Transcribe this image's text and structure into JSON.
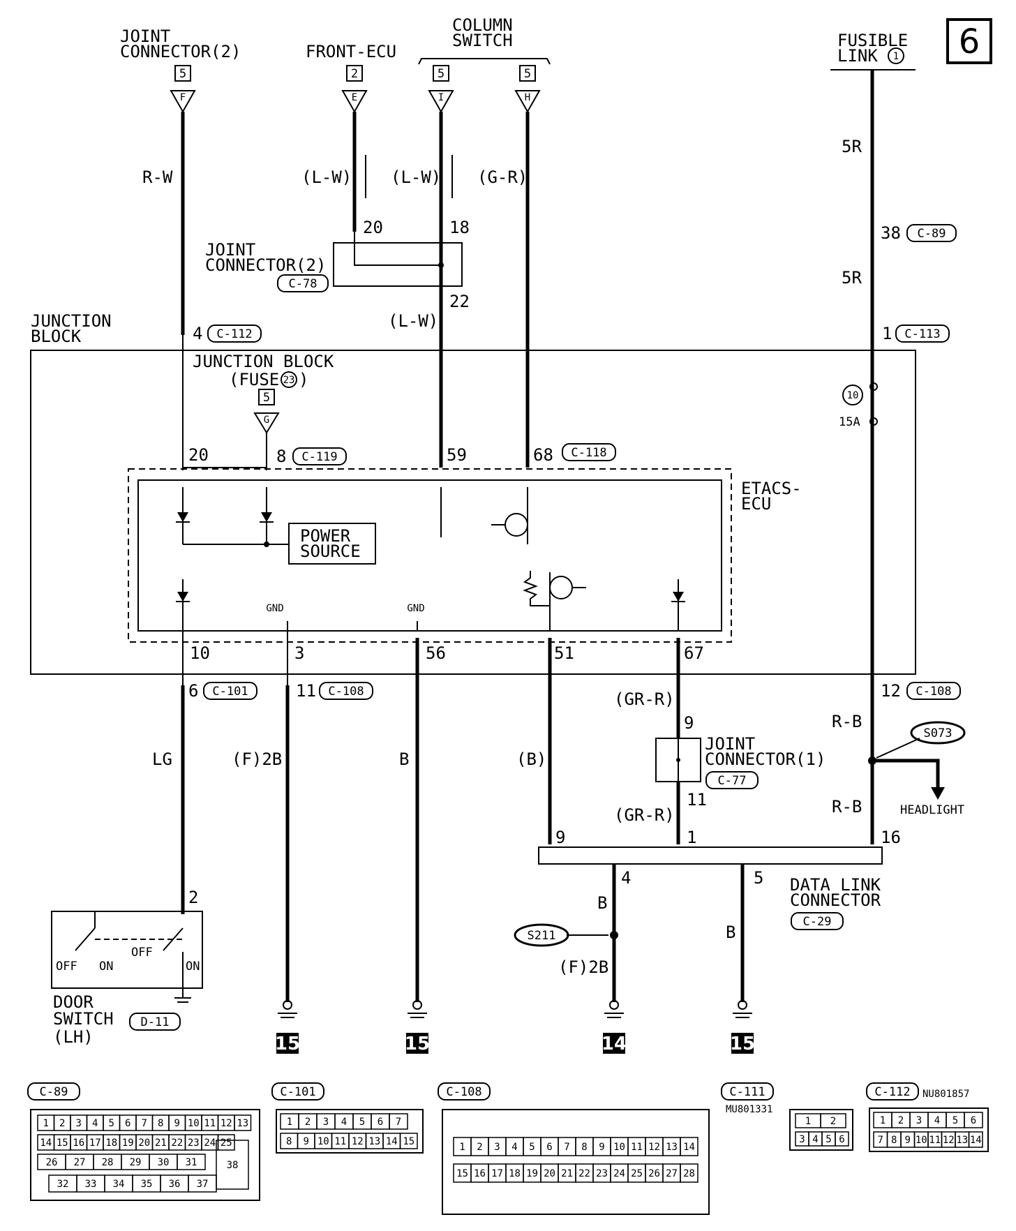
{
  "page_number": "6",
  "sources": {
    "joint_connector_2": {
      "name": "JOINT\nCONNECTOR(2)",
      "ref": "5",
      "pin": "F",
      "wire": "R-W"
    },
    "front_ecu": {
      "name": "FRONT-ECU",
      "ref": "2",
      "pin": "E",
      "wire": "(L-W)"
    },
    "column_switch": {
      "name": "COLUMN\nSWITCH",
      "pins": [
        {
          "ref": "5",
          "pin": "I",
          "wire": "(L-W)"
        },
        {
          "ref": "5",
          "pin": "H",
          "wire": "(G-R)"
        }
      ]
    },
    "fusible_link": {
      "name": "FUSIBLE\nLINK",
      "num": "1",
      "wire1": "5R",
      "wire2": "5R"
    }
  },
  "c78": {
    "name": "JOINT\nCONNECTOR(2)",
    "connector": "C-78",
    "pins": [
      "20",
      "18",
      "22"
    ],
    "out_wire": "(L-W)"
  },
  "c89_pin": {
    "pin": "38",
    "connector": "C-89"
  },
  "junction_block": {
    "title": "JUNCTION\nBLOCK",
    "inner_title": "JUNCTION BLOCK",
    "fuse_label": "(FUSE",
    "fuse_num": "23",
    "fuse_ref": "5",
    "fuse_pin": "G",
    "fuse10_num": "10",
    "fuse10_amp": "15A",
    "top_pins": [
      {
        "pin": "4",
        "connector": "C-112"
      },
      {
        "pin": "1",
        "connector": "C-113"
      }
    ],
    "inner_pins": [
      {
        "pin": "20",
        "connector": ""
      },
      {
        "pin": "8",
        "connector": "C-119"
      },
      {
        "pin": "59",
        "connector": ""
      },
      {
        "pin": "68",
        "connector": "C-118"
      }
    ],
    "bottom_pins": [
      "10",
      "3",
      "56",
      "51",
      "67"
    ]
  },
  "etacs": {
    "name": "ETACS-\nECU",
    "power_source": "POWER\nSOURCE",
    "gnd": "GND"
  },
  "below": {
    "p6": {
      "pin": "6",
      "connector": "C-101",
      "wire": "LG"
    },
    "p11": {
      "pin": "11",
      "connector": "C-108",
      "wire": "(F)2B"
    },
    "p56_wire": "B",
    "p51_wire": "(B)",
    "p67_wire": "(GR-R)",
    "p12": {
      "pin": "12",
      "connector": "C-108",
      "wire": "R-B"
    }
  },
  "c77": {
    "name": "JOINT\nCONNECTOR(1)",
    "connector": "C-77",
    "pin_in": "9",
    "pin_out": "11",
    "wire_out": "(GR-R)"
  },
  "splice_s073": {
    "id": "S073",
    "target": "HEADLIGHT",
    "wire": "R-B"
  },
  "data_link": {
    "name": "DATA LINK\nCONNECTOR",
    "connector": "C-29",
    "pins": [
      "9",
      "1",
      "16",
      "4",
      "5"
    ]
  },
  "splice_s211": {
    "id": "S211",
    "wire_top": "B",
    "wire_bottom": "(F)2B"
  },
  "b5_wire": "B",
  "door_switch": {
    "name": "DOOR\nSWITCH\n(LH)",
    "connector": "D-11",
    "pin": "2",
    "off": "OFF",
    "on": "ON"
  },
  "grounds": [
    "15",
    "15",
    "14",
    "15"
  ],
  "connectors": {
    "c89": {
      "label": "C-89",
      "row1": [
        "1",
        "2",
        "3",
        "4",
        "5",
        "6",
        "7",
        "8",
        "9",
        "10",
        "11",
        "12",
        "13"
      ],
      "row2": [
        "14",
        "15",
        "16",
        "17",
        "18",
        "19",
        "20",
        "21",
        "22",
        "23",
        "24",
        "25"
      ],
      "row3": [
        "26",
        "27",
        "28",
        "29",
        "30",
        "31"
      ],
      "row4": [
        "32",
        "33",
        "34",
        "35",
        "36",
        "37"
      ],
      "big": "38"
    },
    "c101": {
      "label": "C-101",
      "row1": [
        "1",
        "2",
        "3",
        "4",
        "5",
        "6",
        "7"
      ],
      "row2": [
        "8",
        "9",
        "10",
        "11",
        "12",
        "13",
        "14",
        "15"
      ]
    },
    "c108": {
      "label": "C-108",
      "row1": [
        "1",
        "2",
        "3",
        "4",
        "5",
        "6",
        "7",
        "8",
        "9",
        "10",
        "11",
        "12",
        "13",
        "14"
      ],
      "row2": [
        "15",
        "16",
        "17",
        "18",
        "19",
        "20",
        "21",
        "22",
        "23",
        "24",
        "25",
        "26",
        "27",
        "28"
      ]
    },
    "c111": {
      "label": "C-111",
      "part": "MU801331",
      "row1": [
        "1",
        "2"
      ],
      "row2": [
        "3",
        "4",
        "5",
        "6"
      ]
    },
    "c112": {
      "label": "C-112",
      "part": "NU801857",
      "row1": [
        "1",
        "2",
        "3",
        "4",
        "5",
        "6"
      ],
      "row2": [
        "7",
        "8",
        "9",
        "10",
        "11",
        "12",
        "13",
        "14"
      ]
    }
  }
}
